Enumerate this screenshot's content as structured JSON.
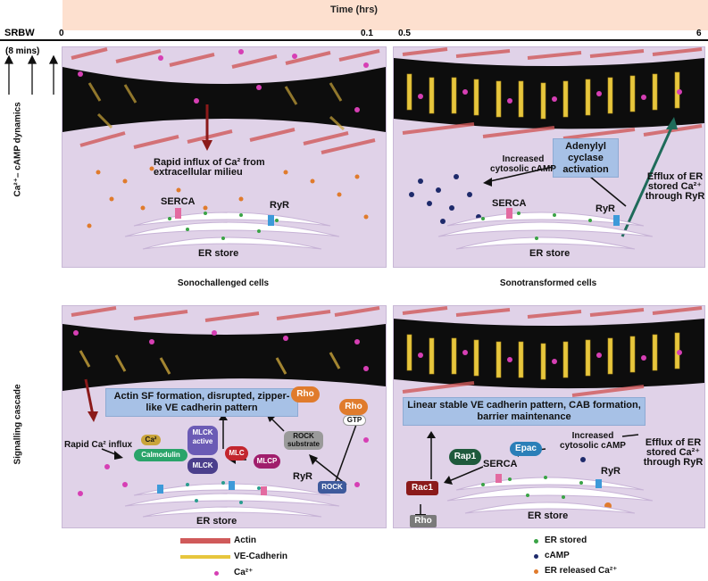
{
  "header": {
    "time_title": "Time (hrs)",
    "srbw": "SRBW",
    "srbw_duration": "(8 mins)",
    "ticks": [
      "0",
      "0.1",
      "0.5",
      "6"
    ]
  },
  "rows": {
    "top": "Ca²⁺– cAMP dynamics",
    "bottom": "Signalling cascade"
  },
  "panel_tl": {
    "influx": "Rapid influx of Ca² from extracellular milieu",
    "serca": "SERCA",
    "ryr": "RyR",
    "er": "ER store"
  },
  "panel_tr": {
    "adenylyl": "Adenylyl cyclase activation",
    "camp": "Increased cytosolic cAMP",
    "efflux": "Efflux of ER stored Ca²⁺ through RyR",
    "serca": "SERCA",
    "ryr": "RyR",
    "er": "ER store"
  },
  "captions": {
    "left": "Sonochallenged cells",
    "right": "Sonotransformed cells"
  },
  "panel_bl": {
    "box": "Actin SF formation, disrupted, zipper-like VE cadherin pattern",
    "influx": "Rapid Ca² influx",
    "ca": "Ca²",
    "calmodulin": "Calmodulin",
    "mlck_active": "MLCK active",
    "mlck": "MLCK",
    "mlc": "MLC",
    "mlcp": "MLCP",
    "rock_substrate": "ROCK substrate",
    "rock": "ROCK",
    "rho1": "Rho",
    "rho2": "Rho",
    "gtp": "GTP",
    "ryr": "RyR",
    "er": "ER store"
  },
  "panel_br": {
    "box": "Linear stable VE cadherin pattern, CAB formation, barrier maintenance",
    "camp": "Increased cytosolic cAMP",
    "efflux": "Efflux of ER stored Ca²⁺ through RyR",
    "epac": "Epac",
    "rap1": "Rap1",
    "rac1": "Rac1",
    "rho": "Rho",
    "serca": "SERCA",
    "ryr": "RyR",
    "er": "ER store"
  },
  "legend": {
    "actin": "Actin",
    "vecadherin": "VE-Cadherin",
    "ca": "Ca²⁺",
    "er_stored": "ER stored",
    "camp": "cAMP",
    "er_released": "ER  released Ca²⁺"
  },
  "colors": {
    "panel": "#e0d2e8",
    "band": "#0d0d0d",
    "ca": "#d63fb4",
    "er_stored": "#3aa346",
    "camp": "#1e2a6b",
    "er_released": "#e07b2c",
    "box": "#a7c1e6"
  }
}
